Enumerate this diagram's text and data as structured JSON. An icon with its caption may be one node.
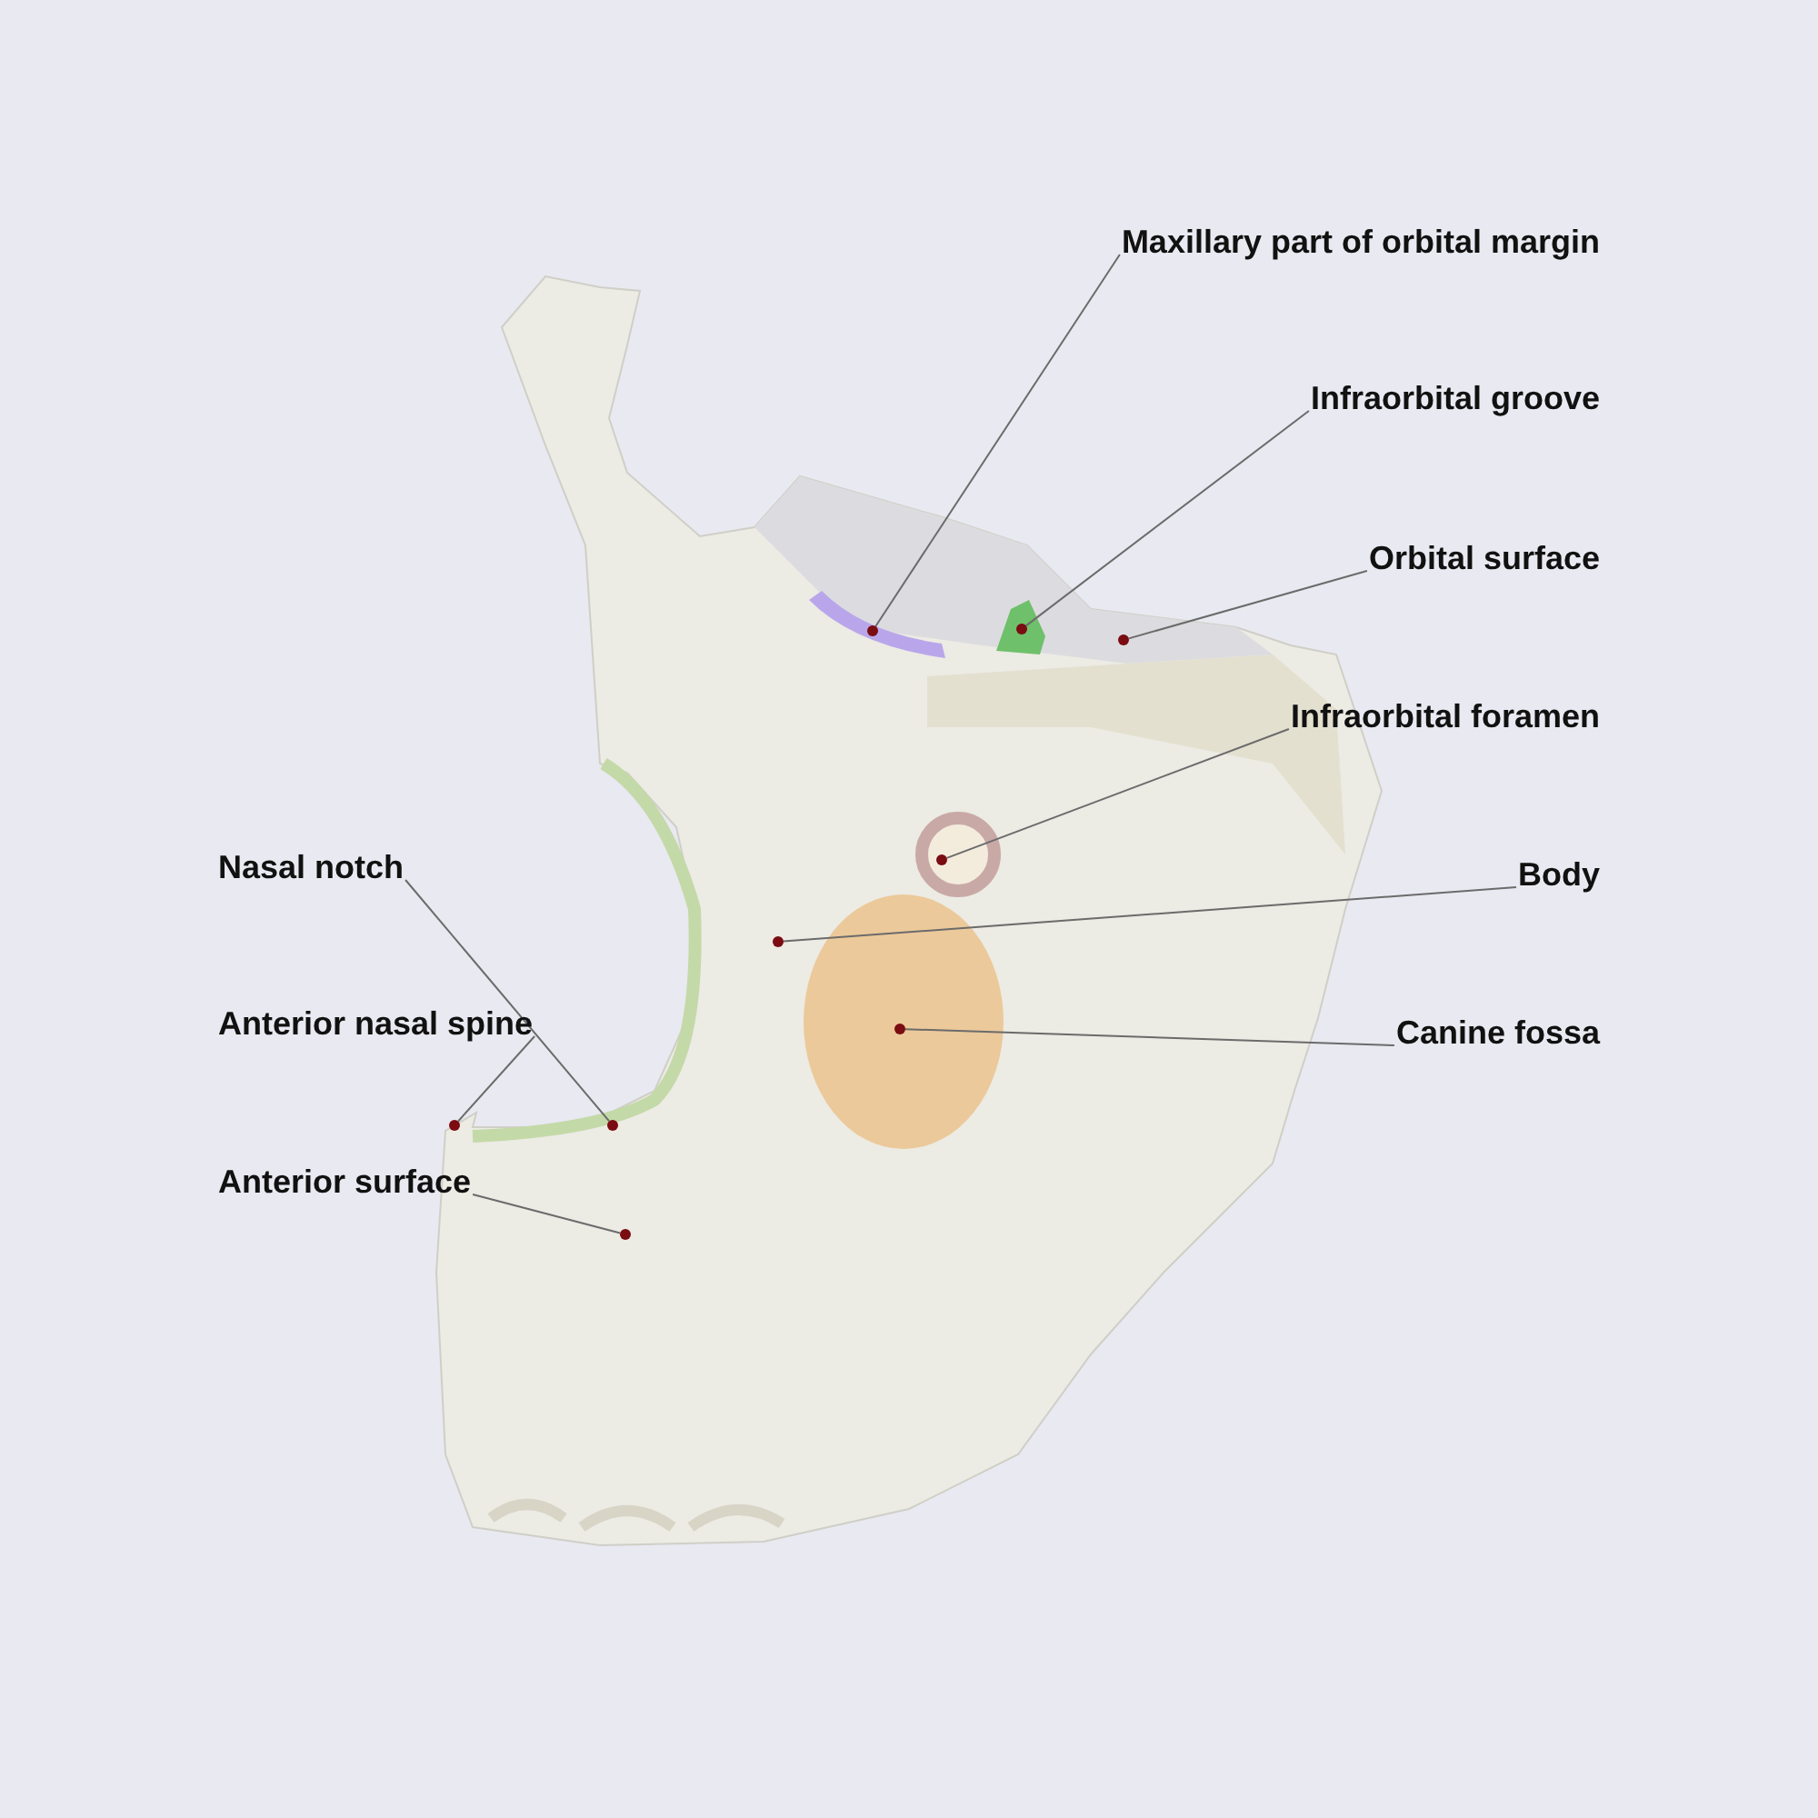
{
  "diagram": {
    "nodes": [
      {
        "text": [
          "Maxillary part of orbital margin"
        ]
      },
      {
        "text": [
          "Infraorbital groove"
        ]
      },
      {
        "text": [
          "Orbital surface"
        ]
      },
      {
        "text": [
          "Infraorbital foramen"
        ]
      },
      {
        "text": [
          "Nasal notch"
        ]
      },
      {
        "text": [
          "Body"
        ]
      },
      {
        "text": [
          "Anterior nasal spine"
        ]
      },
      {
        "text": [
          "Canine fossa"
        ]
      },
      {
        "text": [
          "Anterior surface"
        ]
      },
      {
        "text": [],
        "shape": "circle"
      },
      {
        "text": [],
        "shape": "circle"
      },
      {
        "text": [],
        "shape": "circle"
      },
      {
        "text": [],
        "shape": "circle"
      },
      {
        "text": [],
        "shape": "circle"
      },
      {
        "text": [],
        "shape": "circle"
      },
      {
        "text": [],
        "shape": "circle"
      },
      {
        "text": [],
        "shape": "circle"
      },
      {
        "text": [],
        "shape": "circle"
      }
    ],
    "edges": [
      {
        "from": 0,
        "to": 9,
        "arrow": "none"
      },
      {
        "from": 1,
        "to": 10,
        "arrow": "none"
      },
      {
        "from": 2,
        "to": 11,
        "arrow": "none"
      },
      {
        "from": 3,
        "to": 12,
        "arrow": "none"
      },
      {
        "from": 4,
        "to": 13,
        "arrow": "none"
      },
      {
        "from": 5,
        "to": 14,
        "arrow": "none"
      },
      {
        "from": 6,
        "to": 15,
        "arrow": "none"
      },
      {
        "from": 7,
        "to": 16,
        "arrow": "none"
      },
      {
        "from": 8,
        "to": 17,
        "arrow": "none"
      }
    ]
  }
}
